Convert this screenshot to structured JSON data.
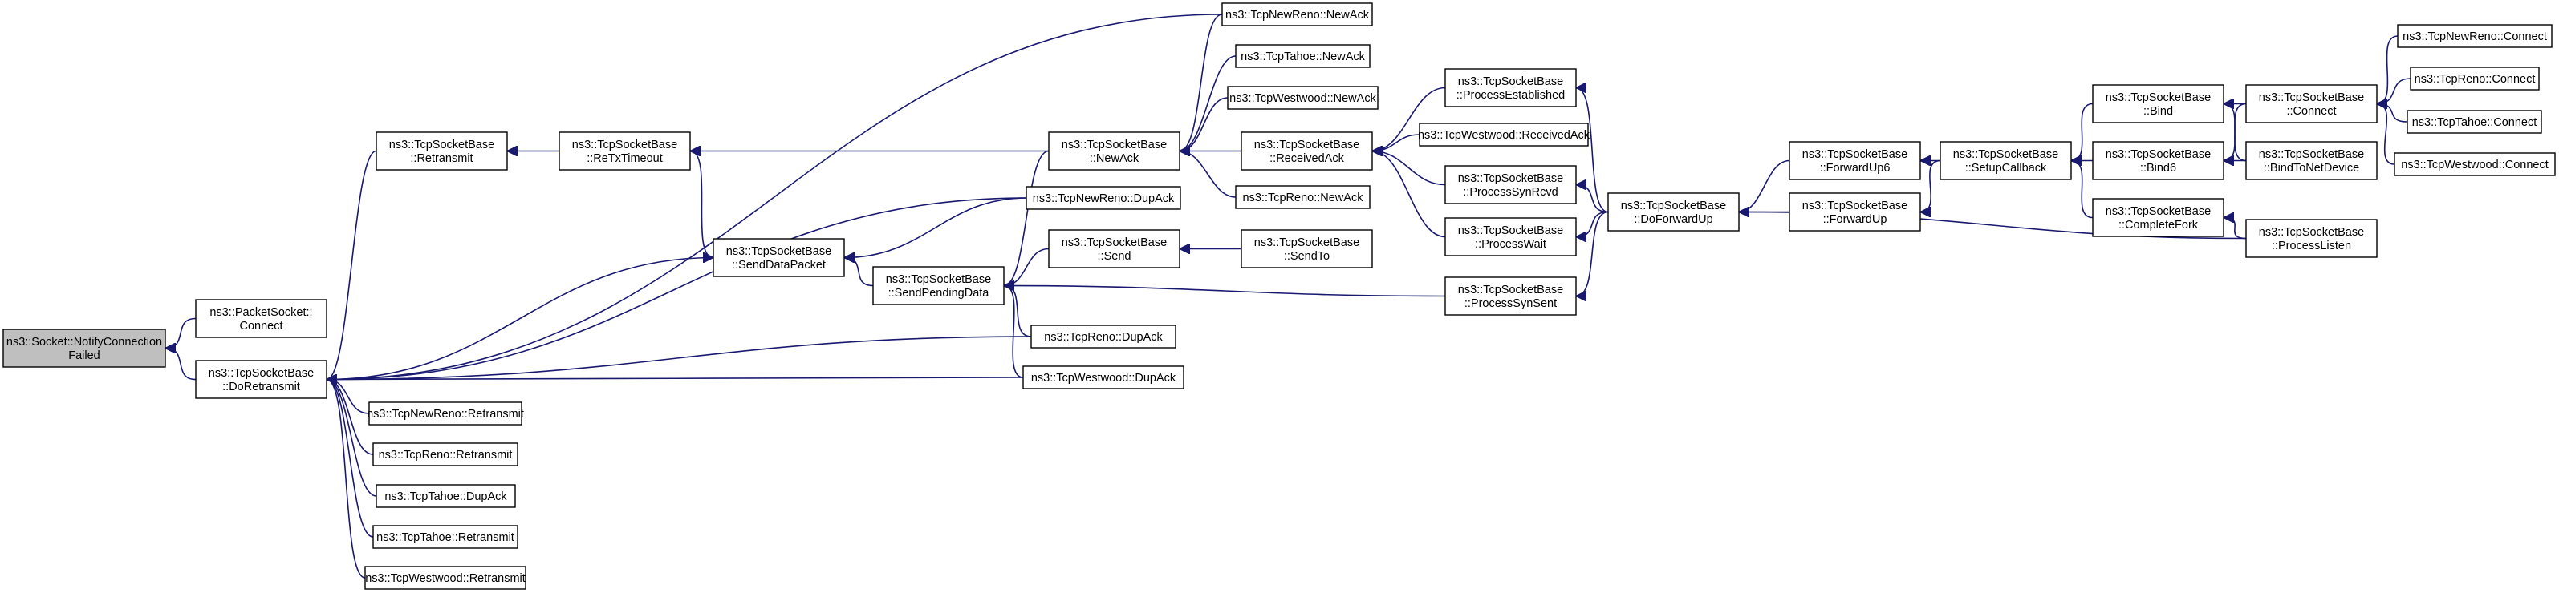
{
  "graph": {
    "nodes": [
      {
        "id": "n0",
        "lines": [
          "ns3::Socket::NotifyConnection",
          "Failed"
        ],
        "highlight": true
      },
      {
        "id": "n1",
        "lines": [
          "ns3::PacketSocket::",
          "Connect"
        ]
      },
      {
        "id": "n2",
        "lines": [
          "ns3::TcpSocketBase",
          "::DoRetransmit"
        ]
      },
      {
        "id": "n3",
        "lines": [
          "ns3::TcpSocketBase",
          "::Retransmit"
        ]
      },
      {
        "id": "n4",
        "lines": [
          "ns3::TcpNewReno::Retransmit"
        ]
      },
      {
        "id": "n5",
        "lines": [
          "ns3::TcpReno::Retransmit"
        ]
      },
      {
        "id": "n6",
        "lines": [
          "ns3::TcpTahoe::DupAck"
        ]
      },
      {
        "id": "n7",
        "lines": [
          "ns3::TcpTahoe::Retransmit"
        ]
      },
      {
        "id": "n8",
        "lines": [
          "ns3::TcpWestwood::Retransmit"
        ]
      },
      {
        "id": "n9",
        "lines": [
          "ns3::TcpSocketBase",
          "::ReTxTimeout"
        ]
      },
      {
        "id": "n10",
        "lines": [
          "ns3::TcpSocketBase",
          "::SendDataPacket"
        ]
      },
      {
        "id": "n11",
        "lines": [
          "ns3::TcpSocketBase",
          "::SendPendingData"
        ]
      },
      {
        "id": "n12",
        "lines": [
          "ns3::TcpNewReno::NewAck"
        ]
      },
      {
        "id": "n13",
        "lines": [
          "ns3::TcpSocketBase",
          "::NewAck"
        ]
      },
      {
        "id": "n14",
        "lines": [
          "ns3::TcpNewReno::DupAck"
        ]
      },
      {
        "id": "n15",
        "lines": [
          "ns3::TcpSocketBase",
          "::Send"
        ]
      },
      {
        "id": "n16",
        "lines": [
          "ns3::TcpReno::DupAck"
        ]
      },
      {
        "id": "n17",
        "lines": [
          "ns3::TcpWestwood::DupAck"
        ]
      },
      {
        "id": "n18",
        "lines": [
          "ns3::TcpTahoe::NewAck"
        ]
      },
      {
        "id": "n19",
        "lines": [
          "ns3::TcpWestwood::NewAck"
        ]
      },
      {
        "id": "n20",
        "lines": [
          "ns3::TcpSocketBase",
          "::ReceivedAck"
        ]
      },
      {
        "id": "n21",
        "lines": [
          "ns3::TcpReno::NewAck"
        ]
      },
      {
        "id": "n22",
        "lines": [
          "ns3::TcpSocketBase",
          "::SendTo"
        ]
      },
      {
        "id": "n23",
        "lines": [
          "ns3::TcpSocketBase",
          "::ProcessEstablished"
        ]
      },
      {
        "id": "n24",
        "lines": [
          "ns3::TcpWestwood::ReceivedAck"
        ]
      },
      {
        "id": "n25",
        "lines": [
          "ns3::TcpSocketBase",
          "::ProcessSynRcvd"
        ]
      },
      {
        "id": "n26",
        "lines": [
          "ns3::TcpSocketBase",
          "::ProcessWait"
        ]
      },
      {
        "id": "n27",
        "lines": [
          "ns3::TcpSocketBase",
          "::ProcessSynSent"
        ]
      },
      {
        "id": "n28",
        "lines": [
          "ns3::TcpSocketBase",
          "::DoForwardUp"
        ]
      },
      {
        "id": "n29",
        "lines": [
          "ns3::TcpSocketBase",
          "::ForwardUp6"
        ]
      },
      {
        "id": "n30",
        "lines": [
          "ns3::TcpSocketBase",
          "::ForwardUp"
        ]
      },
      {
        "id": "n31",
        "lines": [
          "ns3::TcpSocketBase",
          "::SetupCallback"
        ]
      },
      {
        "id": "n32",
        "lines": [
          "ns3::TcpSocketBase",
          "::Bind"
        ]
      },
      {
        "id": "n33",
        "lines": [
          "ns3::TcpSocketBase",
          "::Bind6"
        ]
      },
      {
        "id": "n34",
        "lines": [
          "ns3::TcpSocketBase",
          "::CompleteFork"
        ]
      },
      {
        "id": "n35",
        "lines": [
          "ns3::TcpSocketBase",
          "::Connect"
        ]
      },
      {
        "id": "n36",
        "lines": [
          "ns3::TcpSocketBase",
          "::BindToNetDevice"
        ]
      },
      {
        "id": "n37",
        "lines": [
          "ns3::TcpSocketBase",
          "::ProcessListen"
        ]
      },
      {
        "id": "n38",
        "lines": [
          "ns3::TcpNewReno::Connect"
        ]
      },
      {
        "id": "n39",
        "lines": [
          "ns3::TcpReno::Connect"
        ]
      },
      {
        "id": "n40",
        "lines": [
          "ns3::TcpTahoe::Connect"
        ]
      },
      {
        "id": "n41",
        "lines": [
          "ns3::TcpWestwood::Connect"
        ]
      }
    ],
    "edges": [
      [
        "n1",
        "n0"
      ],
      [
        "n2",
        "n0"
      ],
      [
        "n3",
        "n2"
      ],
      [
        "n4",
        "n2"
      ],
      [
        "n5",
        "n2"
      ],
      [
        "n6",
        "n2"
      ],
      [
        "n7",
        "n2"
      ],
      [
        "n8",
        "n2"
      ],
      [
        "n10",
        "n2"
      ],
      [
        "n12",
        "n2"
      ],
      [
        "n14",
        "n2"
      ],
      [
        "n16",
        "n2"
      ],
      [
        "n17",
        "n2"
      ],
      [
        "n9",
        "n3"
      ],
      [
        "n9",
        "n10"
      ],
      [
        "n13",
        "n9"
      ],
      [
        "n11",
        "n10"
      ],
      [
        "n14",
        "n10"
      ],
      [
        "n13",
        "n11"
      ],
      [
        "n15",
        "n11"
      ],
      [
        "n16",
        "n11"
      ],
      [
        "n17",
        "n11"
      ],
      [
        "n27",
        "n11"
      ],
      [
        "n12",
        "n13"
      ],
      [
        "n18",
        "n13"
      ],
      [
        "n19",
        "n13"
      ],
      [
        "n20",
        "n13"
      ],
      [
        "n21",
        "n13"
      ],
      [
        "n22",
        "n15"
      ],
      [
        "n23",
        "n20"
      ],
      [
        "n24",
        "n20"
      ],
      [
        "n25",
        "n20"
      ],
      [
        "n26",
        "n20"
      ],
      [
        "n28",
        "n23"
      ],
      [
        "n28",
        "n25"
      ],
      [
        "n28",
        "n26"
      ],
      [
        "n28",
        "n27"
      ],
      [
        "n29",
        "n28"
      ],
      [
        "n30",
        "n28"
      ],
      [
        "n37",
        "n28"
      ],
      [
        "n31",
        "n29"
      ],
      [
        "n31",
        "n30"
      ],
      [
        "n32",
        "n31"
      ],
      [
        "n33",
        "n31"
      ],
      [
        "n34",
        "n31"
      ],
      [
        "n35",
        "n32"
      ],
      [
        "n36",
        "n32"
      ],
      [
        "n35",
        "n33"
      ],
      [
        "n36",
        "n33"
      ],
      [
        "n37",
        "n34"
      ],
      [
        "n38",
        "n35"
      ],
      [
        "n39",
        "n35"
      ],
      [
        "n40",
        "n35"
      ],
      [
        "n41",
        "n35"
      ]
    ]
  }
}
